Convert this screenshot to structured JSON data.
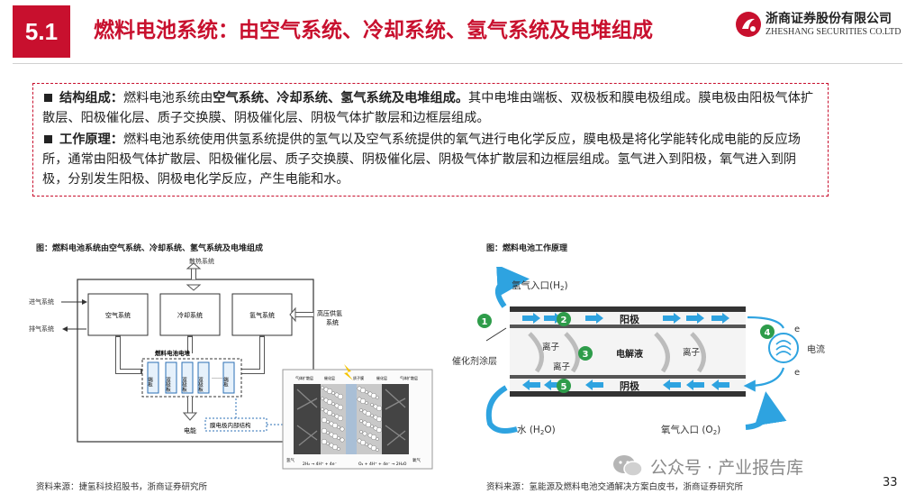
{
  "header": {
    "section_number": "5.1",
    "title": "燃料电池系统：由空气系统、冷却系统、氢气系统及电堆组成",
    "logo_cn": "浙商证券股份有限公司",
    "logo_en": "ZHESHANG SECURITIES CO.LTD"
  },
  "summary": {
    "p1_label": "结构组成：",
    "p1_text_a": "燃料电池系统由",
    "p1_bold": "空气系统、冷却系统、氢气系统及电堆组成。",
    "p1_text_b": "其中电堆由端板、双极板和膜电极组成。膜电极由阳极气体扩散层、阳极催化层、质子交换膜、阴极催化层、阴极气体扩散层和边框层组成。",
    "p2_label": "工作原理：",
    "p2_text": "燃料电池系统使用供氢系统提供的氢气以及空气系统提供的氧气进行电化学反应，膜电极是将化学能转化成电能的反应场所，通常由阳极气体扩散层、阳极催化层、质子交换膜、阴极催化层、阴极气体扩散层和边框层组成。氢气进入到阳极，氧气进入到阴极，分别发生阳极、阴极电化学反应，产生电能和水。"
  },
  "figure_left": {
    "caption": "图：燃料电池系统由空气系统、冷却系统、氢气系统及电堆组成",
    "source": "资料来源：捷氢科技招股书，浙商证券研究所",
    "heat_system": "散热系统",
    "intake": "进气系统",
    "exhaust": "排气系统",
    "air_system": "空气系统",
    "cooling_system": "冷却系统",
    "hydrogen_system": "氢气系统",
    "hp_hydrogen_1": "高压供氢",
    "hp_hydrogen_2": "系统",
    "stack_label": "燃料电池电堆",
    "plates": [
      "端板",
      "双极板",
      "双极板",
      "双极板",
      "端板"
    ],
    "dots": "……",
    "mea_label": "膜电极内部结构",
    "power": "电能",
    "inset_top_labels": [
      "气体扩散层",
      "催化层",
      "质子膜",
      "催化层",
      "气体扩散层"
    ],
    "inset_left_label": "氢气",
    "inset_right_label": "氧气",
    "inset_eq_left": "2H₂ → 4H⁺ + 4e⁻",
    "inset_eq_right": "O₂ + 4H⁺ + 4e⁻ → 2H₂O"
  },
  "figure_right": {
    "caption": "图：燃料电池工作原理",
    "source": "资料来源：氢能源及燃料电池交通解决方案白皮书，浙商证券研究所",
    "h2_in": "氢气入口(H",
    "h2_sub": "2",
    "h2_close": ")",
    "catalyst": "催化剂涂层",
    "anode": "阳极",
    "electrolyte": "电解液",
    "cathode": "阴极",
    "ion": "离子",
    "electron": "e",
    "current": "电流",
    "water": "水 (H",
    "water_sub": "2",
    "water_close": "O)",
    "o2_in": "氧气入口 (O",
    "o2_sub": "2",
    "o2_close": ")",
    "steps": [
      "1",
      "2",
      "3",
      "4",
      "5"
    ]
  },
  "watermark": {
    "text": "公众号 · 产业报告库"
  },
  "page": {
    "number": "33"
  },
  "colors": {
    "brand_red": "#c8102e",
    "flow_blue": "#2ea3e0",
    "step_green": "#2e9c4a"
  }
}
